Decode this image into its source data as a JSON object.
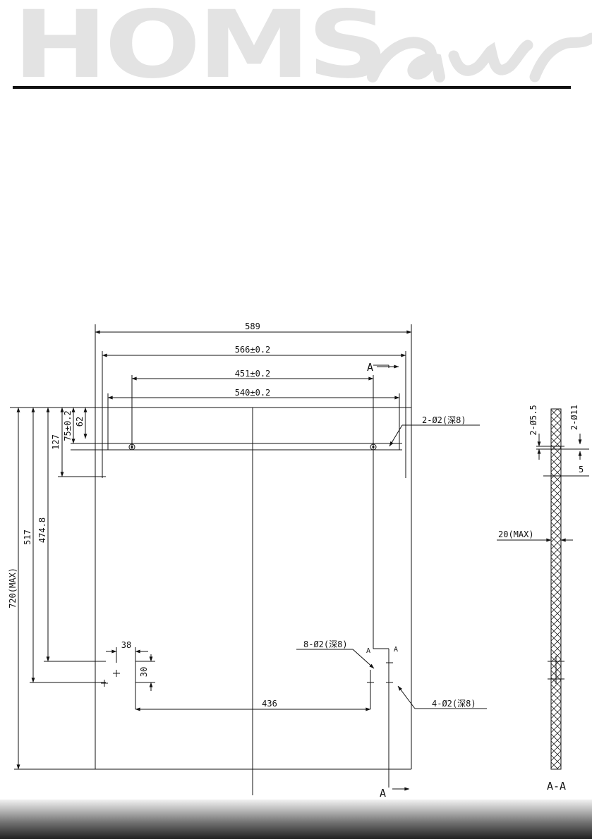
{
  "header": {
    "logo_text": "HOMS",
    "logo_script_icon": "air-script-logo"
  },
  "drawing": {
    "dims": {
      "overall_width": "589",
      "hole_span_outer": "566±0.2",
      "hole_span_inner": "451±0.2",
      "panel_width": "540±0.2",
      "bottom_hole_span": "436",
      "side_offset": "38",
      "small_vertical": "30",
      "top_62": "62",
      "top_75": "75±0.2",
      "top_127": "127",
      "height_474": "474.8",
      "height_517": "517",
      "height_720": "720(MAX)"
    },
    "callouts": {
      "top_holes": "2-Ø2(深8)",
      "left_holes": "8-Ø2(深8)",
      "right_holes": "4-Ø2(深8)"
    },
    "section_marks": {
      "top": "A",
      "bottom": "A",
      "small_a1": "A",
      "small_a2": "A"
    },
    "section_view": {
      "label": "A-A",
      "dia_small": "2-Ø5.5",
      "dia_large": "2-Ø11",
      "depth": "5",
      "thickness": "20(MAX)"
    }
  }
}
